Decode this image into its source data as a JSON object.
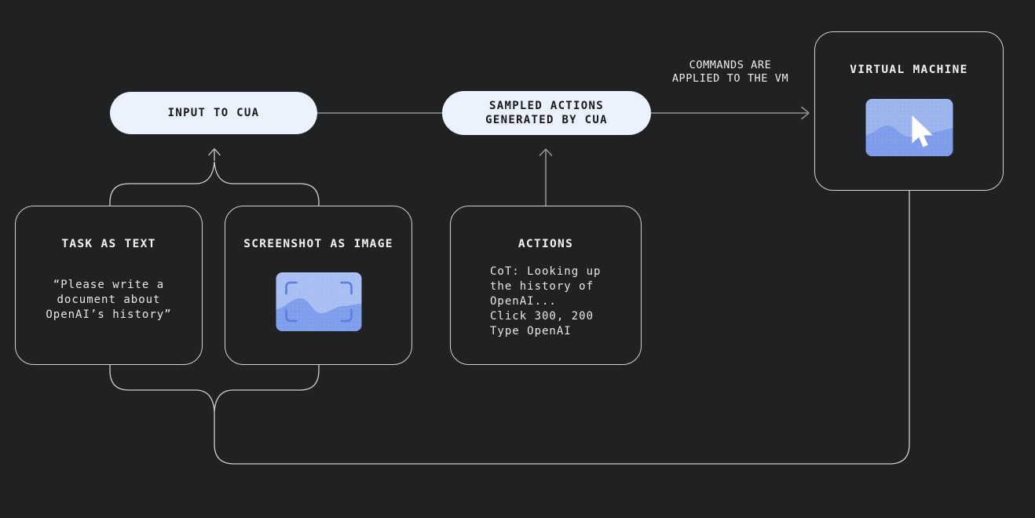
{
  "colors": {
    "background": "#202122",
    "pill_fill": "#ebf2fe",
    "pill_text": "#17181c",
    "box_border": "#d2d2d2",
    "title_text": "#f4f4f4",
    "body_text": "#e8e8e8",
    "arrow_line": "#919191",
    "brace_line": "#cfcfcf",
    "thumb_screenshot_bg": "#a9bef2",
    "thumb_screenshot_wave": "#7e9eec",
    "thumb_screenshot_brackets": "#5b7de0",
    "thumb_vm_bg": "#9cb4ee",
    "thumb_vm_mountain": "#7e9cea",
    "cursor_color": "#ffffff"
  },
  "nodes": {
    "input_pill": {
      "label": "INPUT TO CUA"
    },
    "sampled_pill": {
      "label": "SAMPLED ACTIONS\nGENERATED BY CUA"
    },
    "vm_box": {
      "title": "VIRTUAL MACHINE",
      "icon": "vm-screen-with-cursor-icon"
    },
    "task_box": {
      "title": "TASK AS TEXT",
      "body": "“Please write a\ndocument about\nOpenAI’s history”"
    },
    "screenshot_box": {
      "title": "SCREENSHOT AS IMAGE",
      "icon": "screenshot-image-icon"
    },
    "actions_box": {
      "title": "ACTIONS",
      "body": "CoT: Looking up\nthe history of\nOpenAI...\nClick 300, 200\nType OpenAI"
    }
  },
  "labels": {
    "vm_arrow_caption": "COMMANDS ARE\nAPPLIED TO THE VM"
  }
}
